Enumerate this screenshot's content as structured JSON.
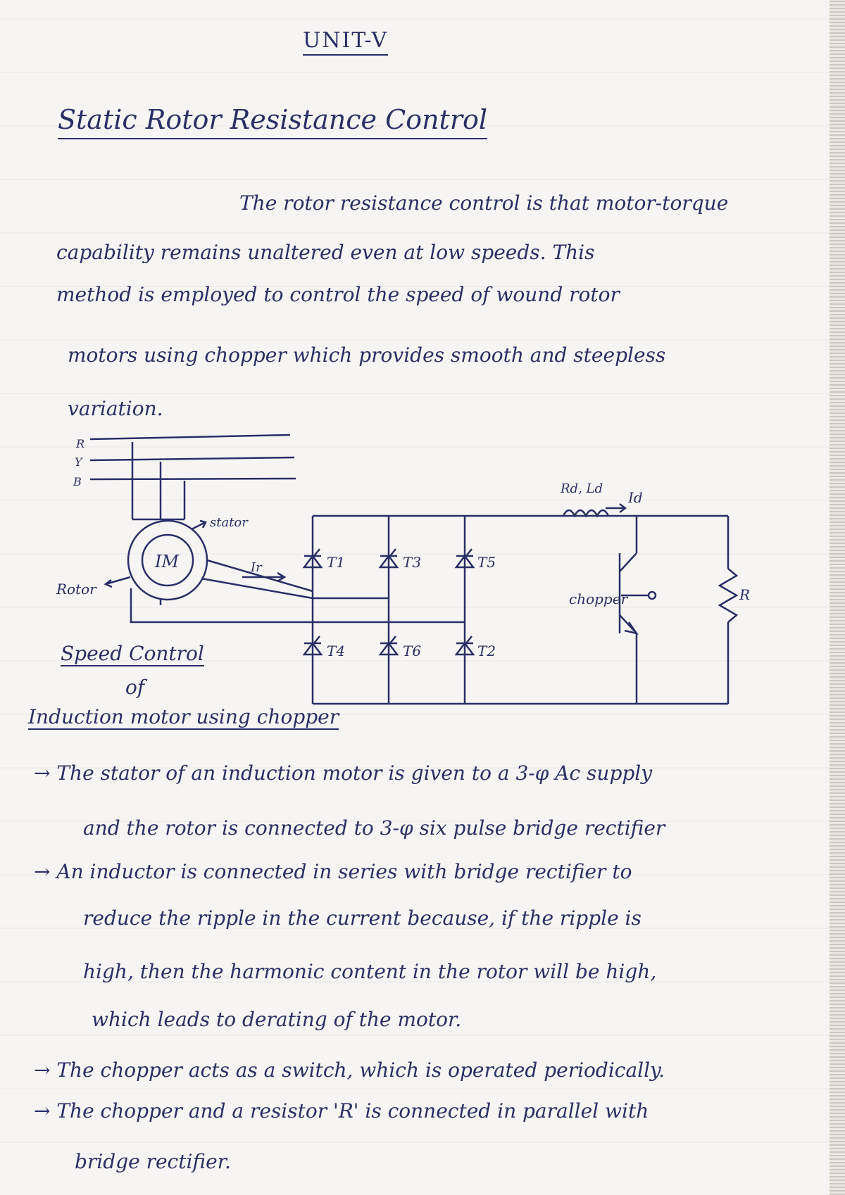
{
  "heading": {
    "unit": "UNIT-V",
    "title": "Static Rotor Resistance Control"
  },
  "intro": [
    "The rotor resistance control is that motor-torque",
    "capability remains unaltered even at low speeds. This",
    "method is employed to control the speed of wound rotor",
    "motors using chopper which provides smooth and steepless",
    "variation."
  ],
  "diagram": {
    "phase_labels": [
      "R",
      "Y",
      "B"
    ],
    "stator_label": "stator",
    "motor_label": "IM",
    "rotor_label": "Rotor",
    "rotor_current": "Ir",
    "dc_link_label": "Rd, Ld",
    "dc_current": "Id",
    "thyristors": [
      "T1",
      "T3",
      "T5",
      "T4",
      "T6",
      "T2"
    ],
    "chopper_label": "chopper",
    "resistor_label": "R",
    "caption": [
      "Speed Control",
      "of",
      "Induction motor using chopper"
    ]
  },
  "points": [
    "→ The stator of an induction motor is given to a 3-φ Ac supply",
    "and the rotor is connected to 3-φ six pulse bridge rectifier",
    "→ An inductor is connected in series with bridge rectifier to",
    "reduce the ripple in the current because, if the ripple is",
    "high, then the harmonic content in the rotor will be high,",
    "which leads to derating of the motor.",
    "→ The chopper acts as a switch, which is operated periodically.",
    "→ The chopper and a resistor 'R' is connected in parallel with",
    "bridge rectifier."
  ],
  "colors": {
    "ink": "#2a2f66",
    "paper": "#f6f5f3"
  }
}
